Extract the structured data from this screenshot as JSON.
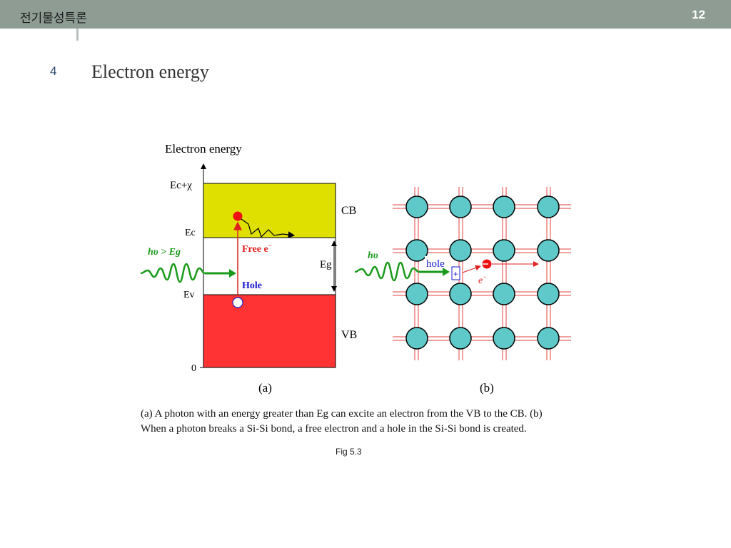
{
  "header": {
    "course_title": "전기물성특론",
    "page_number": "12"
  },
  "slide": {
    "number": "4",
    "heading": "Electron  energy"
  },
  "figure_a": {
    "axis_title": "Electron energy",
    "ec_chi": "Ec+χ",
    "ec": "Ec",
    "ev": "Ev",
    "zero": "0",
    "cb": "CB",
    "vb": "VB",
    "eg": "Eg",
    "photon": "hυ > Eg",
    "free_e": "Free e",
    "hole": "Hole",
    "panel_label": "(a)"
  },
  "figure_b": {
    "photon": "hυ",
    "hole": "hole",
    "plus": "+",
    "electron": "e",
    "panel_label": "(b)"
  },
  "caption": "(a) A photon with an energy greater than Eg  can excite an electron from the VB to the CB. (b) When a photon breaks a  Si-Si bond, a free electron and a  hole in the Si-Si bond is created.",
  "fig_label": "Fig 5.3",
  "colors": {
    "topbar": "#8e9c94",
    "conduction_band": "#dfe000",
    "valence_band": "#ff3333",
    "photon_wave": "#1a9a1a",
    "atom_fill": "#5fc8c8",
    "bond": "#e64040",
    "electron": "#ee1111",
    "hole_text": "#1a1ad0"
  }
}
